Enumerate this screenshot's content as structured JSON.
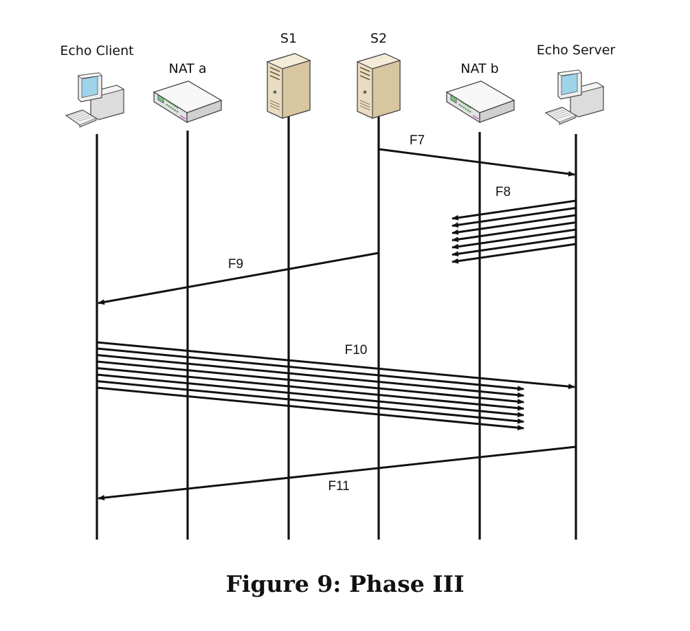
{
  "nodes": [
    {
      "id": "echo-client",
      "label": "Echo Client",
      "icon": "desktop-computer-icon"
    },
    {
      "id": "nat-a",
      "label": "NAT a",
      "icon": "router-icon"
    },
    {
      "id": "s1",
      "label": "S1",
      "icon": "server-tower-icon"
    },
    {
      "id": "s2",
      "label": "S2",
      "icon": "server-tower-icon"
    },
    {
      "id": "nat-b",
      "label": "NAT b",
      "icon": "router-icon"
    },
    {
      "id": "echo-server",
      "label": "Echo Server",
      "icon": "desktop-computer-icon"
    }
  ],
  "messages": [
    {
      "label": "F7",
      "from": "s2",
      "to": "echo-server",
      "count": 1
    },
    {
      "label": "F8",
      "from": "echo-server",
      "to": "nat-b",
      "count": 7
    },
    {
      "label": "F9",
      "from": "s2",
      "to": "echo-client",
      "count": 1
    },
    {
      "label": "F10",
      "from": "echo-client",
      "to": "echo-server",
      "count": 1
    },
    {
      "label": "",
      "from": "echo-client",
      "to": "nat-b",
      "count": 7
    },
    {
      "label": "F11",
      "from": "echo-server",
      "to": "echo-client",
      "count": 1
    }
  ],
  "caption": "Figure 9: Phase III",
  "colors": {
    "line": "#111111",
    "server_body": "#e9dcc0",
    "server_dark": "#b8a27c",
    "router_body": "#f2f2f2",
    "router_accent": "#7cc47c",
    "computer_body": "#eeeeee",
    "screen": "#9fd3ea"
  }
}
